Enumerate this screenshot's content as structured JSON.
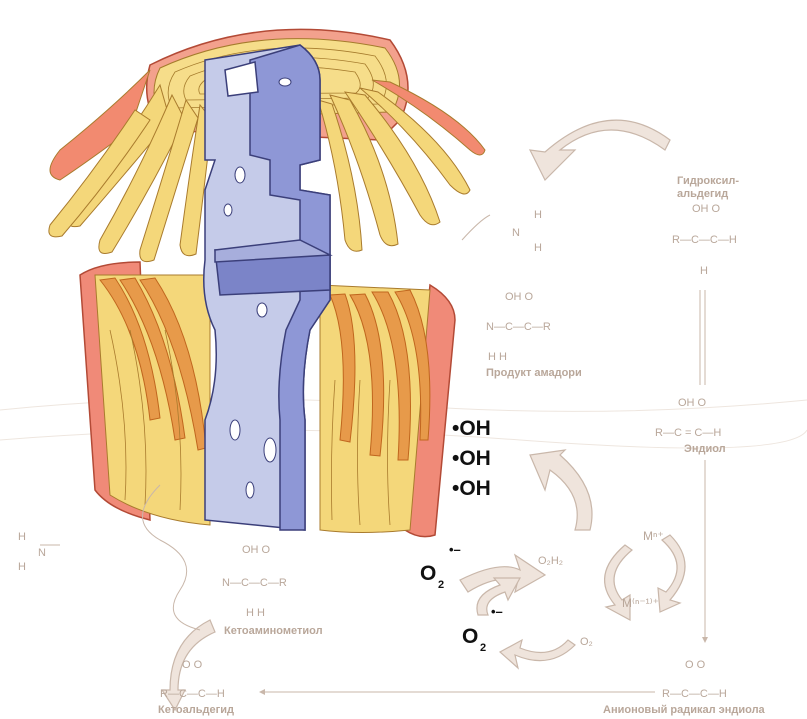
{
  "radicals": {
    "oh1": "•OH",
    "oh2": "•OH",
    "oh3": "•OH",
    "o2_a_base": "O",
    "o2_a_sub": "2",
    "o2_a_sup": "•–",
    "o2_b_base": "O",
    "o2_b_sub": "2",
    "o2_b_sup": "•–"
  },
  "small_labels": {
    "o2h2": "O₂H₂",
    "m_n": "Mⁿ⁺",
    "m_n1": "M⁽ⁿ⁻¹⁾⁺",
    "o2": "O₂"
  },
  "molecules": {
    "hydroxyaldehyde": {
      "name_line1": "Гидроксил-",
      "name_line2": "альдегид",
      "row1": "OH    O",
      "row3": "R—C—C—H",
      "row5": "H"
    },
    "amadori": {
      "name": "Продукт амадори",
      "row1": "OH    O",
      "row3": "N—C—C—R",
      "row5": "H    H"
    },
    "enediol": {
      "name": "Эндиол",
      "row1": "OH    O",
      "row3": "R—C = C—H"
    },
    "ketoaminomethiol": {
      "name": "Кетоаминометиол",
      "row1": "OH    O",
      "row3": "N—C—C—R",
      "row5": "H    H"
    },
    "ketoaldehyde": {
      "name": "Кетоальдегид",
      "row1": "O    O",
      "row3": "R—C—C—H"
    },
    "anion_radical": {
      "name": "Анионовый радикал эндиола",
      "row1": "O    O",
      "row3": "R—C—C—H"
    },
    "amine_top": {
      "h1": "H",
      "n": "N",
      "h2": "H"
    },
    "amine_left": {
      "h1": "H",
      "n": "N",
      "h2": "H"
    }
  },
  "colors": {
    "collagen_blue": "#8e97d6",
    "collagen_blue_light": "#c5cbe9",
    "fiber_yellow": "#f4d77a",
    "fiber_orange": "#e0883a",
    "fiber_red": "#e86a4e",
    "fiber_pink": "#f08a78",
    "faded_text": "#b9a79a",
    "arrow_fill": "#efe4dc",
    "radical_text": "#111111"
  }
}
